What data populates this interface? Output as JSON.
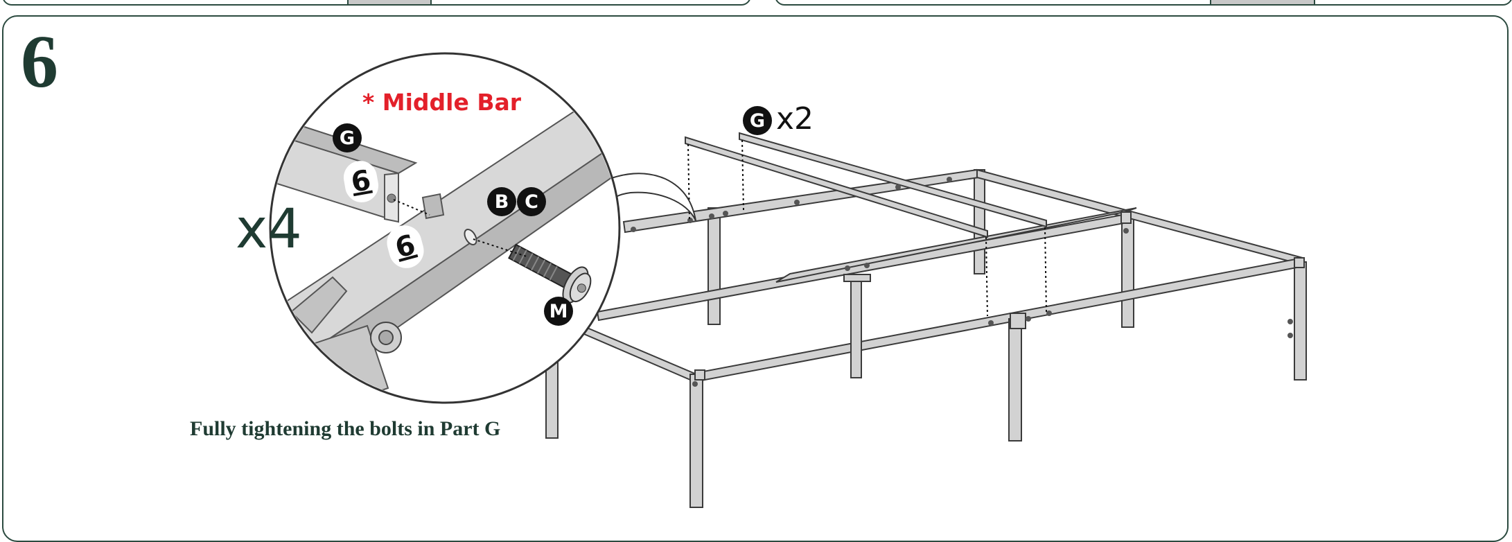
{
  "step": {
    "number": "6",
    "caption": "Fully tightening  the bolts in Part G",
    "multiplier": "x4",
    "callout_title": "* Middle Bar",
    "quantity_label": "x2"
  },
  "parts": {
    "g": "G",
    "b": "B",
    "c": "C",
    "m": "M"
  },
  "part_marks": [
    "6",
    "6"
  ],
  "colors": {
    "frame_border": "#2b4a3f",
    "text_dark": "#1f3b32",
    "accent_red": "#e3202a"
  }
}
